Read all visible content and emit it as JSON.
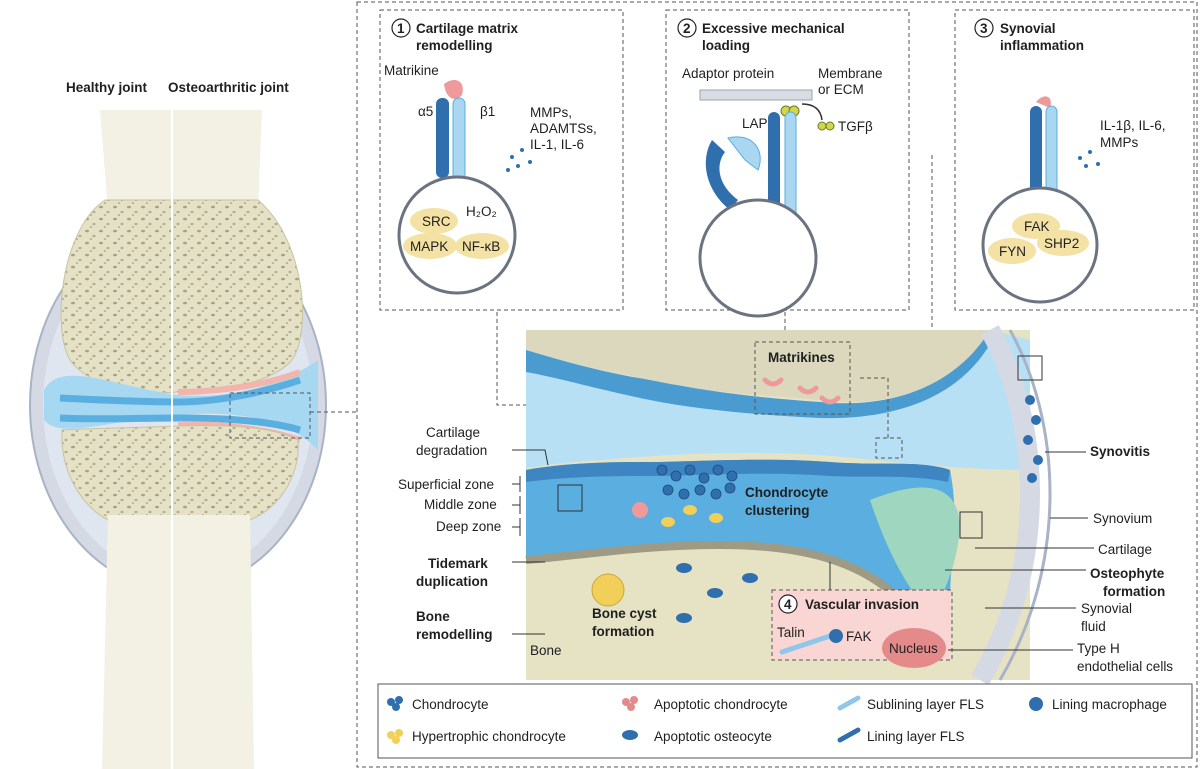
{
  "joint": {
    "healthy_label": "Healthy joint",
    "oa_label": "Osteoarthritic joint"
  },
  "panels": [
    {
      "number": "1",
      "title_line1": "Cartilage matrix",
      "title_line2": "remodelling",
      "labels": {
        "matrikine": "Matrikine",
        "alpha5": "α5",
        "beta1": "β1",
        "mediators_1": "MMPs,",
        "mediators_2": "ADAMTSs,",
        "mediators_3": "IL-1, IL-6",
        "h2o2": "H₂O₂",
        "src": "SRC",
        "mapk": "MAPK",
        "nfkb": "NF-κB"
      }
    },
    {
      "number": "2",
      "title_line1": "Excessive mechanical",
      "title_line2": "loading",
      "labels": {
        "adaptor": "Adaptor protein",
        "membrane_1": "Membrane",
        "membrane_2": "or ECM",
        "lap": "LAP",
        "tgfb": "TGFβ"
      }
    },
    {
      "number": "3",
      "title_line1": "Synovial",
      "title_line2": "inflammation",
      "labels": {
        "mediators_1": "IL-1β, IL-6,",
        "mediators_2": "MMPs",
        "fak": "FAK",
        "fyn": "FYN",
        "shp2": "SHP2"
      }
    },
    {
      "number": "4",
      "title_line1": "Vascular invasion",
      "labels": {
        "talin": "Talin",
        "fak": "FAK",
        "nucleus": "Nucleus"
      }
    }
  ],
  "main": {
    "matrikines": "Matrikines",
    "chondrocyte_clustering_1": "Chondrocyte",
    "chondrocyte_clustering_2": "clustering",
    "bone_cyst_1": "Bone cyst",
    "bone_cyst_2": "formation",
    "bone": "Bone"
  },
  "left_labels": {
    "cartilage_degradation_1": "Cartilage",
    "cartilage_degradation_2": "degradation",
    "superficial": "Superficial zone",
    "middle": "Middle zone",
    "deep": "Deep zone",
    "tidemark_1": "Tidemark",
    "tidemark_2": "duplication",
    "bone_remodelling_1": "Bone",
    "bone_remodelling_2": "remodelling"
  },
  "right_labels": {
    "synovitis": "Synovitis",
    "synovium": "Synovium",
    "cartilage": "Cartilage",
    "osteophyte_1": "Osteophyte",
    "osteophyte_2": "formation",
    "synovial_fluid_1": "Synovial",
    "synovial_fluid_2": "fluid",
    "type_h_1": "Type H",
    "type_h_2": "endothelial cells"
  },
  "legend": [
    {
      "label": "Chondrocyte",
      "icon": "chondrocyte-icon",
      "color": "#2f6fae"
    },
    {
      "label": "Hypertrophic chondrocyte",
      "icon": "hypertrophic-chondrocyte-icon",
      "color": "#f1cf58"
    },
    {
      "label": "Apoptotic chondrocyte",
      "icon": "apoptotic-chondrocyte-icon",
      "color": "#e58a8a"
    },
    {
      "label": "Apoptotic osteocyte",
      "icon": "apoptotic-osteocyte-icon",
      "color": "#2f6fae"
    },
    {
      "label": "Sublining layer FLS",
      "icon": "sublining-fls-icon",
      "color": "#8fc6ea"
    },
    {
      "label": "Lining layer FLS",
      "icon": "lining-fls-icon",
      "color": "#2f6fae"
    },
    {
      "label": "Lining macrophage",
      "icon": "lining-macrophage-icon",
      "color": "#2f6fae"
    }
  ],
  "colors": {
    "bone": "#e9e6cf",
    "bone_dark": "#b7b28a",
    "cartilage": "#8fd0f0",
    "cartilage_dark": "#4a9bd0",
    "integrin": "#2f6fae",
    "integrin_light": "#a9d6f0",
    "kinase": "#f3e2a4",
    "pink": "#ef9a9a",
    "vascular_panel": "#f9d6d3"
  }
}
